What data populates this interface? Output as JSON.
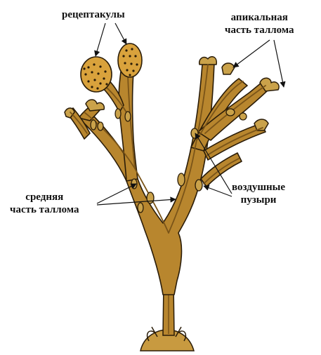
{
  "diagram": {
    "labels": {
      "receptacles": "рецептакулы",
      "apical": [
        "апикальная",
        "часть таллома"
      ],
      "middle": [
        "средняя",
        "часть таллома"
      ],
      "bladders": [
        "воздушные",
        "пузыри"
      ]
    },
    "colors": {
      "thallus": "#b8862e",
      "thallus_light": "#caa24a",
      "midrib": "#7a5418",
      "outline": "#2a1c08",
      "receptacle": "#d9a23c",
      "conceptacle_dot": "#2a1c08"
    }
  }
}
